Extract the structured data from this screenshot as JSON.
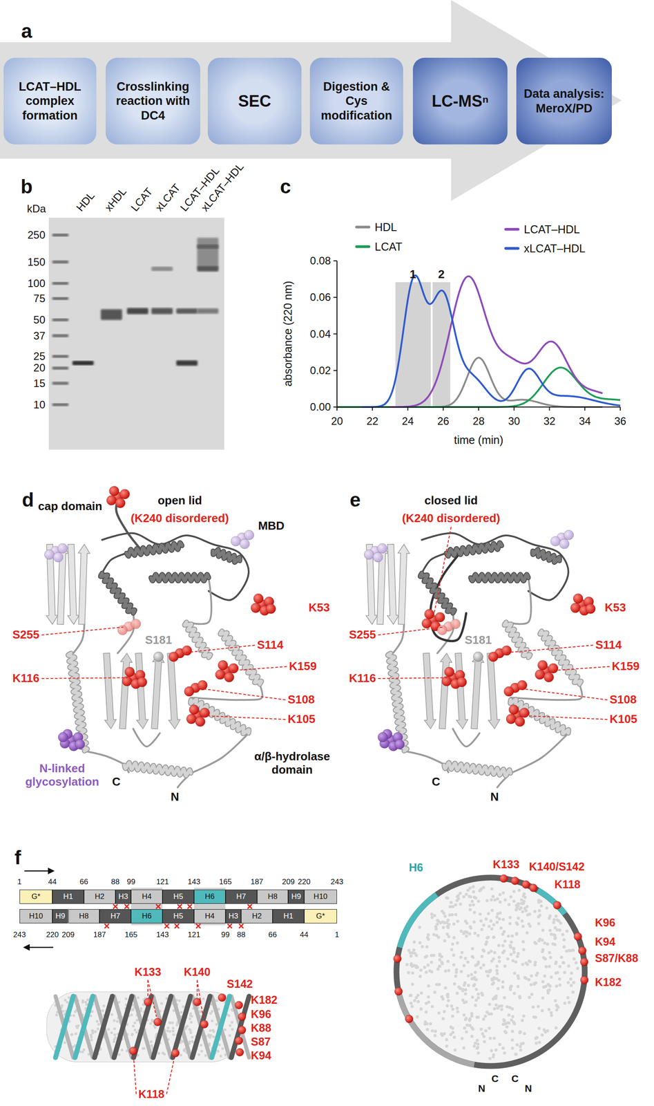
{
  "diagram": {
    "nodes": [
      {
        "text": [
          "LCAT–HDL complex formation"
        ]
      },
      {
        "text": [
          "Crosslinking reaction with DC4"
        ]
      },
      {
        "text": [
          "SEC"
        ]
      },
      {
        "text": [
          "Digestion & Cys modification"
        ]
      },
      {
        "text": [
          "LC-MSⁿ"
        ]
      },
      {
        "text": [
          "Data analysis: MeroX/PD"
        ]
      },
      {
        "text": [
          "G*"
        ]
      },
      {
        "text": [
          "H1"
        ]
      },
      {
        "text": [
          "H2"
        ]
      },
      {
        "text": [
          "H3"
        ]
      },
      {
        "text": [
          "H4"
        ]
      },
      {
        "text": [
          "H5"
        ]
      },
      {
        "text": [
          "H6"
        ]
      },
      {
        "text": [
          "H7"
        ]
      },
      {
        "text": [
          "H8"
        ]
      },
      {
        "text": [
          "H9"
        ]
      },
      {
        "text": [
          "H10"
        ]
      },
      {
        "text": [
          "H10"
        ]
      },
      {
        "text": [
          "H9"
        ]
      },
      {
        "text": [
          "H8"
        ]
      },
      {
        "text": [
          "H7"
        ]
      },
      {
        "text": [
          "H6"
        ]
      },
      {
        "text": [
          "H5"
        ]
      },
      {
        "text": [
          "H4"
        ]
      },
      {
        "text": [
          "H3"
        ]
      },
      {
        "text": [
          "H2"
        ]
      },
      {
        "text": [
          "H1"
        ]
      },
      {
        "text": [
          "G*"
        ]
      }
    ],
    "labels": [
      "a",
      "b",
      "c",
      "d",
      "e",
      "f",
      "kDa",
      "250",
      "150",
      "100",
      "75",
      "50",
      "37",
      "25",
      "20",
      "15",
      "10",
      "HDL",
      "xHDL",
      "LCAT",
      "xLCAT",
      "LCAT–HDL",
      "xLCAT–HDL",
      "1",
      "2",
      "0.08",
      "0.06",
      "0.04",
      "0.02",
      "0.00",
      "20",
      "22",
      "24",
      "26",
      "28",
      "30",
      "32",
      "34",
      "36",
      "absorbance (220 nm)",
      "time (min)",
      "cap domain",
      "open lid",
      "(K240 disordered)",
      "MBD",
      "K53",
      "S255",
      "S181",
      "S114",
      "K116",
      "K159",
      "S108",
      "K105",
      "α/β-hydrolase domain",
      "N-linked glycosylation",
      "C",
      "N",
      "closed lid",
      "(K240 disordered)",
      "K53",
      "S255",
      "S181",
      "S114",
      "K116",
      "K159",
      "S108",
      "K105",
      "C",
      "N",
      "1",
      "44",
      "66",
      "88",
      "99",
      "121",
      "143",
      "165",
      "187",
      "209",
      "220",
      "243",
      "243",
      "220",
      "209",
      "187",
      "165",
      "143",
      "121",
      "99",
      "88",
      "66",
      "44",
      "1",
      "K133",
      "K140",
      "S142",
      "K182",
      "K96",
      "K88",
      "S87",
      "K94",
      "K118",
      "H6",
      "K133",
      "K140/S142",
      "K118",
      "K96",
      "K94",
      "S87/K88",
      "K182",
      "N",
      "C",
      "C",
      "N"
    ],
    "legend": [
      {
        "text": "HDL",
        "color": "#8c8c8c"
      },
      {
        "text": "LCAT",
        "color": "#1e9e57"
      },
      {
        "text": "LCAT–HDL",
        "color": "#8e4bb8"
      },
      {
        "text": "xLCAT–HDL",
        "color": "#2f5bd0"
      }
    ]
  }
}
